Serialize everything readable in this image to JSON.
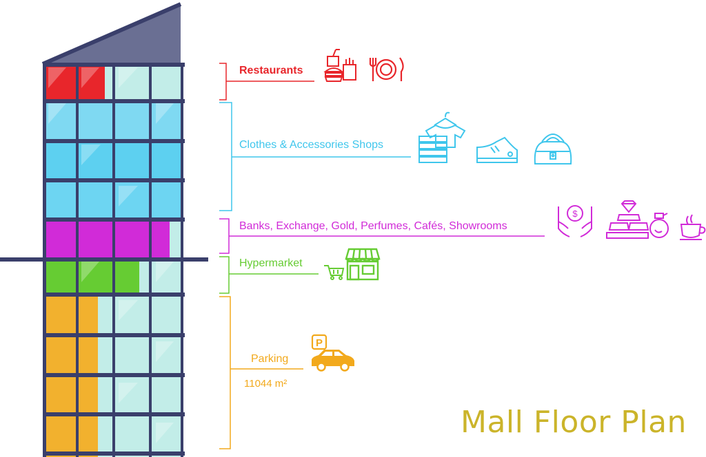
{
  "floors": {
    "restaurants": {
      "label": "Restaurants",
      "color": "#e8262b",
      "icons": [
        "fast-food-icon",
        "plate-cutlery-icon"
      ]
    },
    "clothes": {
      "label": "Clothes & Accessories Shops",
      "color": "#3fc6ec",
      "icons": [
        "tshirt-hanger-icon",
        "sneaker-icon",
        "handbag-icon"
      ]
    },
    "services": {
      "label": "Banks, Exchange, Gold, Perfumes, Cafés, Showrooms",
      "color": "#d12bd8",
      "icons": [
        "money-hands-icon",
        "gold-bars-icon",
        "perfume-bottle-icon",
        "coffee-cup-icon"
      ]
    },
    "hypermarket": {
      "label": "Hypermarket",
      "color": "#66cc33",
      "icons": [
        "shopping-cart-icon",
        "store-icon"
      ]
    },
    "parking": {
      "label": "Parking",
      "area": "11044 m²",
      "color": "#f2a91c",
      "icons": [
        "parking-sign-icon",
        "car-icon"
      ]
    }
  },
  "title": "Mall Floor Plan",
  "colors": {
    "frame": "#3a3f6b",
    "roof": "#6a6f93",
    "glass": "#c2ede8",
    "title": "#cbb42a"
  }
}
